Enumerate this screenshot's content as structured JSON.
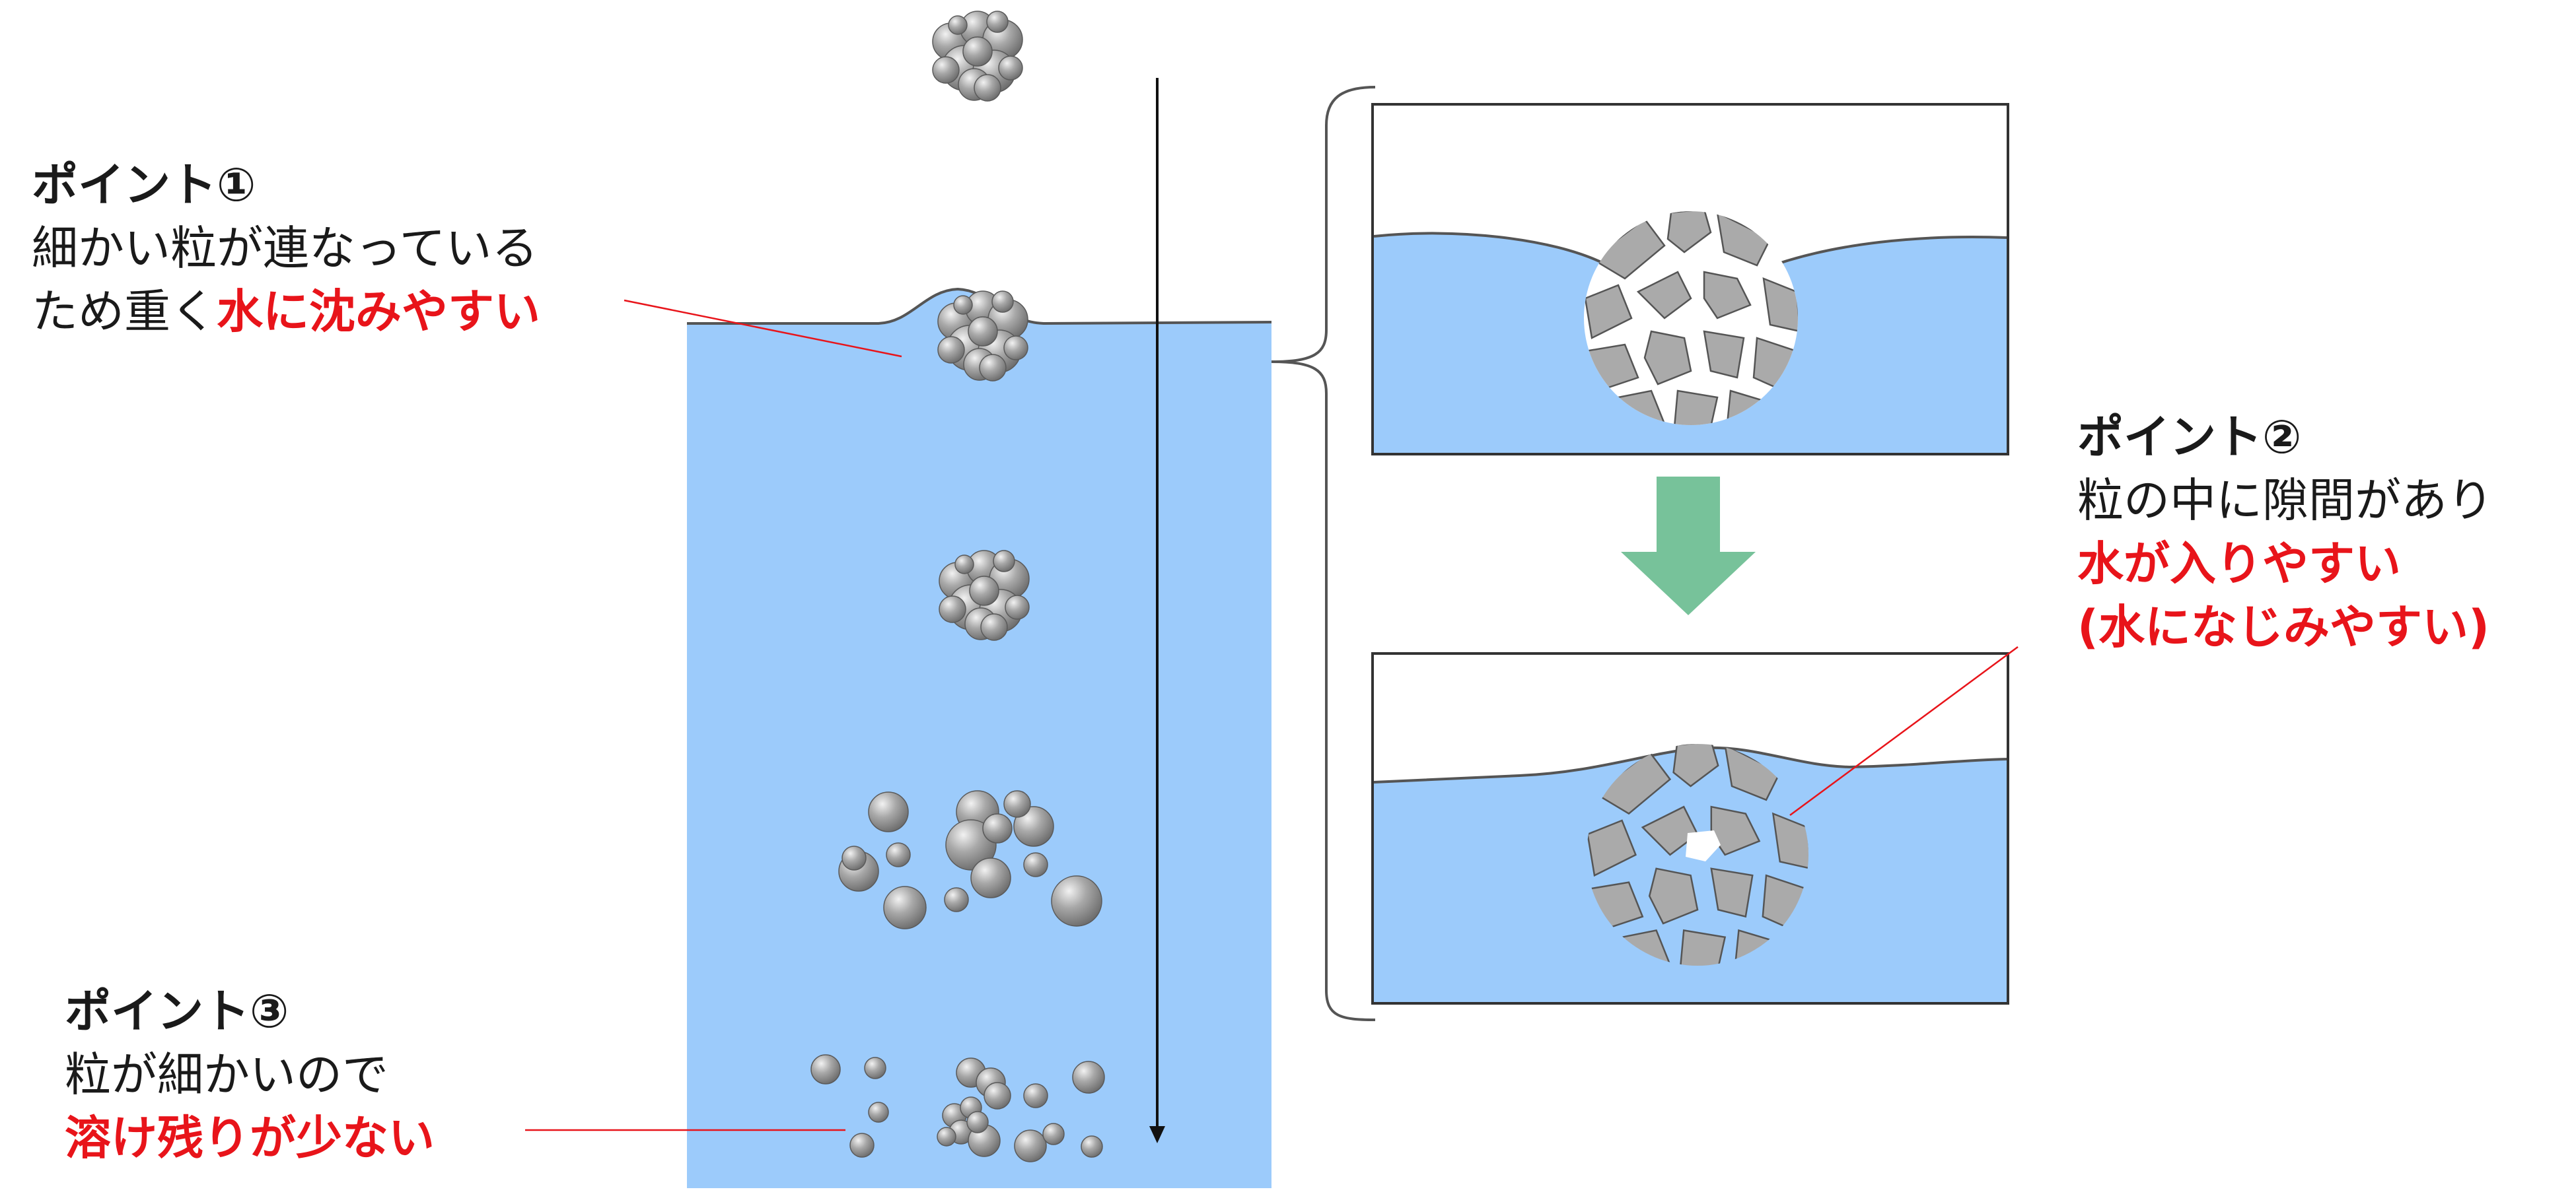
{
  "colors": {
    "water": "#9ccbfb",
    "particle": "#9c9c9c",
    "particle_highlight": "#e4e4e4",
    "accent_red": "#e8141a",
    "arrow_green": "#77c29a",
    "leader_red": "#e8141a",
    "outline": "#333333"
  },
  "point1": {
    "heading": "ポイント①",
    "line1": "細かい粒が連なっている",
    "line2_plain": "ため重く",
    "line2_accent": "水に沈みやすい"
  },
  "point2": {
    "heading": "ポイント②",
    "line1": "粒の中に隙間があり",
    "line2_accent": "水が入りやすい",
    "line3_accent": "(水になじみやすい)"
  },
  "point3": {
    "heading": "ポイント③",
    "line1": "粒が細かいので",
    "line2_accent": "溶け残りが少ない"
  },
  "icons": {
    "down_arrow": "green-down-arrow-icon",
    "sink_arrow": "black-down-arrow-icon"
  }
}
